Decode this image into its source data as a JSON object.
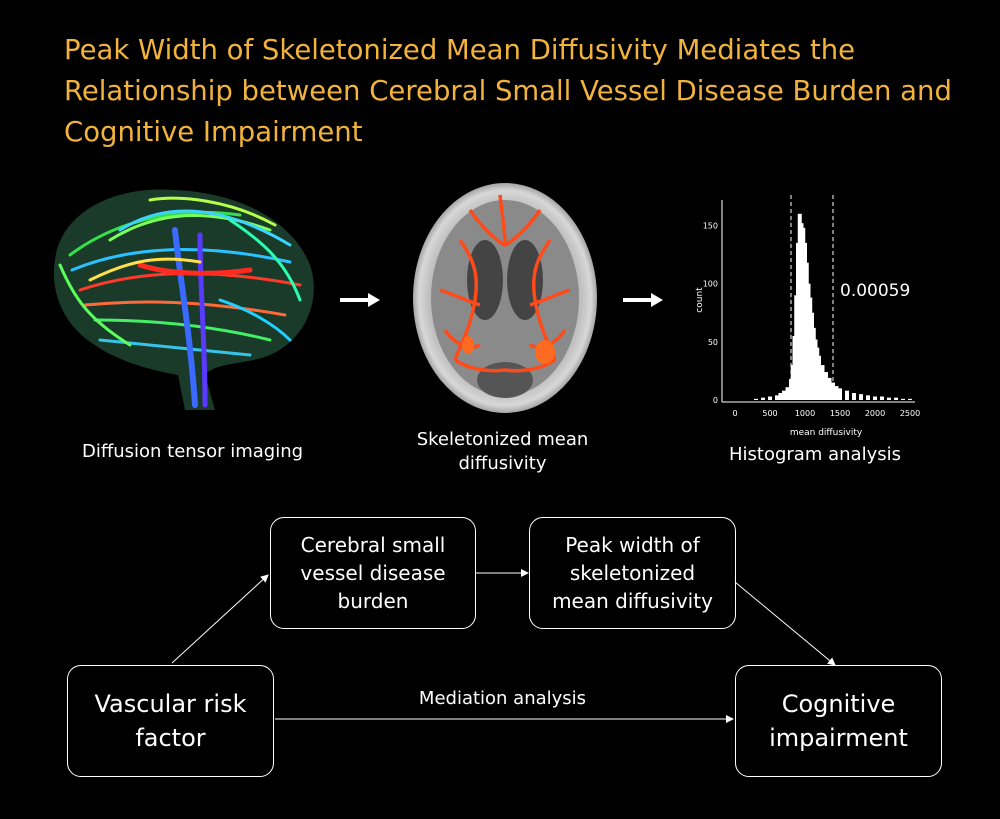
{
  "title": "Peak Width of Skeletonized Mean Diffusivity Mediates the Relationship between Cerebral Small Vessel Disease Burden and Cognitive Impairment",
  "panels": {
    "dti_caption": "Diffusion tensor imaging",
    "skeleton_caption": "Skeletonized mean diffusivity",
    "histogram_caption": "Histogram analysis",
    "psmd_value": "0.00059"
  },
  "colors": {
    "title": "#f2b33d",
    "background": "#000000",
    "skeleton": "#ff4a1a"
  },
  "chart_data": {
    "type": "bar",
    "xlabel": "mean diffusivity",
    "ylabel": "count",
    "xlim": [
      0,
      2500
    ],
    "ylim": [
      0,
      165
    ],
    "x_ticks": [
      0,
      500,
      1000,
      1500,
      2000,
      2500
    ],
    "y_ticks": [
      0,
      50,
      100,
      150
    ],
    "vlines": [
      800,
      1400
    ],
    "bins": [
      {
        "x": 300,
        "count": 1
      },
      {
        "x": 400,
        "count": 2
      },
      {
        "x": 500,
        "count": 3
      },
      {
        "x": 600,
        "count": 4
      },
      {
        "x": 650,
        "count": 6
      },
      {
        "x": 700,
        "count": 8
      },
      {
        "x": 750,
        "count": 11
      },
      {
        "x": 800,
        "count": 18
      },
      {
        "x": 825,
        "count": 30
      },
      {
        "x": 850,
        "count": 55
      },
      {
        "x": 875,
        "count": 90
      },
      {
        "x": 900,
        "count": 135
      },
      {
        "x": 925,
        "count": 160
      },
      {
        "x": 950,
        "count": 152
      },
      {
        "x": 975,
        "count": 148
      },
      {
        "x": 1000,
        "count": 135
      },
      {
        "x": 1025,
        "count": 118
      },
      {
        "x": 1050,
        "count": 100
      },
      {
        "x": 1075,
        "count": 88
      },
      {
        "x": 1100,
        "count": 75
      },
      {
        "x": 1125,
        "count": 62
      },
      {
        "x": 1150,
        "count": 52
      },
      {
        "x": 1175,
        "count": 45
      },
      {
        "x": 1200,
        "count": 38
      },
      {
        "x": 1250,
        "count": 30
      },
      {
        "x": 1300,
        "count": 24
      },
      {
        "x": 1350,
        "count": 19
      },
      {
        "x": 1400,
        "count": 15
      },
      {
        "x": 1450,
        "count": 12
      },
      {
        "x": 1500,
        "count": 10
      },
      {
        "x": 1600,
        "count": 8
      },
      {
        "x": 1700,
        "count": 6
      },
      {
        "x": 1800,
        "count": 5
      },
      {
        "x": 1900,
        "count": 4
      },
      {
        "x": 2000,
        "count": 3
      },
      {
        "x": 2100,
        "count": 3
      },
      {
        "x": 2200,
        "count": 2
      },
      {
        "x": 2300,
        "count": 2
      },
      {
        "x": 2400,
        "count": 1
      },
      {
        "x": 2500,
        "count": 1
      }
    ]
  },
  "diagram": {
    "box_vascular": [
      "Vascular risk",
      "factor"
    ],
    "box_csvd": [
      "Cerebral small",
      "vessel disease",
      "burden"
    ],
    "box_psmd": [
      "Peak width of",
      "skeletonized",
      "mean diffusivity"
    ],
    "box_cognitive": [
      "Cognitive",
      "impairment"
    ],
    "mediation_label": "Mediation analysis"
  }
}
